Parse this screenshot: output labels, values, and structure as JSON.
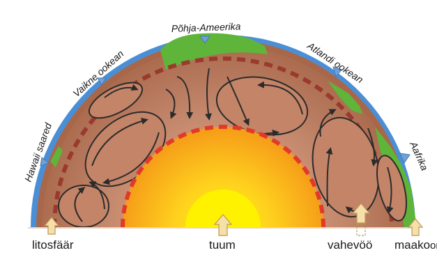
{
  "top_labels": {
    "hawaii": "Hawaii saared",
    "pacific": "Vaikne ookean",
    "north_america": "Põhja-Ameerika",
    "atlantic": "Atlandi ookean",
    "africa": "Aafrika"
  },
  "bottom_labels": {
    "lithosphere": "litosfäär",
    "core": "tuum",
    "mantle": "vahevöö",
    "crust_prefix": "maako",
    "crust_suffix": "or"
  },
  "colors": {
    "ocean": "#4a8fd6",
    "continent": "#5fb53a",
    "mantle": "#b77a5c",
    "mantle_inner": "#c98e72",
    "boundary_dash": "#e23a2a",
    "lithosphere_dash": "#9a3a2e",
    "core_outer": "#f9a81a",
    "core_inner": "#fff200",
    "marker": "#f6dfa9"
  }
}
